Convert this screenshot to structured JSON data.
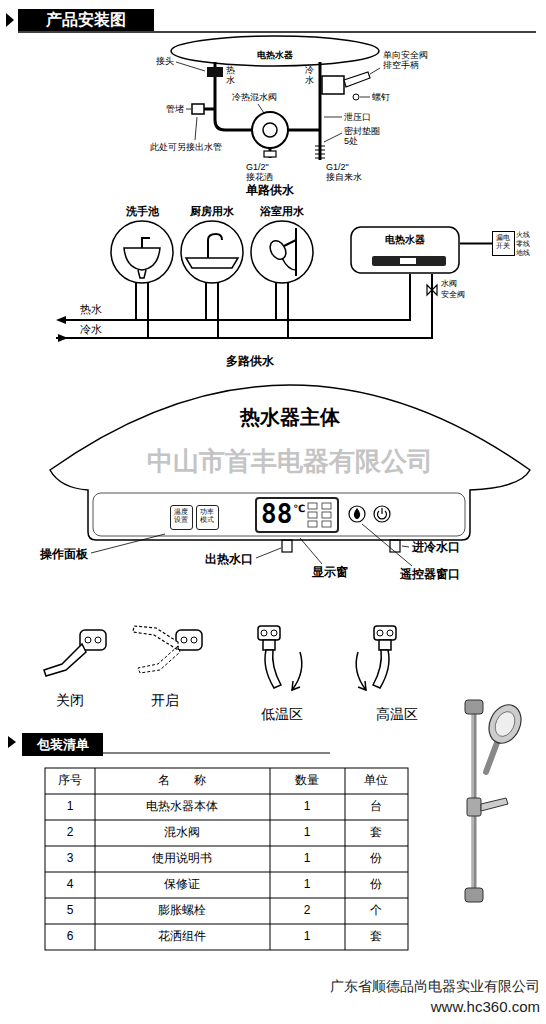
{
  "diagram": {
    "title": "产品安装图",
    "nodes": [
      {
        "text": [
          "电热水器"
        ]
      },
      {
        "text": [
          "洗手池"
        ]
      },
      {
        "text": [
          "厨房用水"
        ]
      },
      {
        "text": [
          "浴室用水"
        ]
      },
      {
        "text": [
          "电热水器"
        ]
      },
      {
        "text": [
          "漏电开关"
        ]
      },
      {
        "text": [
          "热水器主体"
        ]
      },
      {
        "text": [
          "温度设置"
        ],
        "in": 6
      },
      {
        "text": [
          "功率模式"
        ],
        "in": 6
      },
      {
        "text": [
          "88",
          "℃"
        ],
        "in": 6
      },
      {
        "text": [
          "包装清单"
        ]
      }
    ],
    "edges": [
      {
        "from": 1,
        "to": 4,
        "arrow": "none"
      },
      {
        "from": 1,
        "to": 4,
        "arrow": "none"
      },
      {
        "from": 2,
        "to": 4,
        "arrow": "none"
      },
      {
        "from": 2,
        "to": 4,
        "arrow": "none"
      },
      {
        "from": 3,
        "to": 4,
        "arrow": "none"
      },
      {
        "from": 3,
        "to": 4,
        "arrow": "none"
      },
      {
        "from": 4,
        "to": 5,
        "arrow": "none"
      }
    ],
    "labels": [
      "接头",
      "热水",
      "冷水",
      "单向安全阀 排空手柄",
      "管堵",
      "冷热混水阀",
      "螺钉",
      "泄压口",
      "密封垫圈 5处",
      "此处可另接出水管",
      "G1/2\" 接花洒",
      "G1/2\" 接自来水",
      "单路供水",
      "热水",
      "冷水",
      "水阀",
      "安全阀",
      "火线",
      "零线",
      "地线",
      "多路供水",
      "中山市首丰电器有限公司",
      "操作面板",
      "出热水口",
      "显示窗",
      "遥控器窗口",
      "进冷水口",
      "关闭",
      "开启",
      "低温区",
      "高温区",
      "序号",
      "名　　称",
      "数量",
      "单位",
      "1",
      "电热水器本体",
      "1",
      "台",
      "2",
      "混水阀",
      "1",
      "套",
      "3",
      "使用说明书",
      "1",
      "份",
      "4",
      "保修证",
      "1",
      "份",
      "5",
      "膨胀螺栓",
      "2",
      "个",
      "6",
      "花洒组件",
      "1",
      "套",
      "广东省顺德品尚电器实业有限公司",
      "www.hc360.com"
    ]
  }
}
